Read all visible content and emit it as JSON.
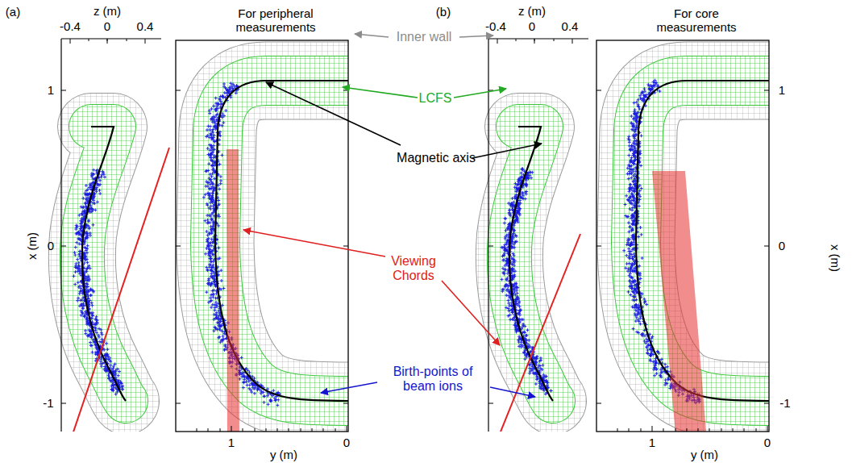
{
  "diagram": {
    "labels": [
      "(a)",
      "(b)",
      "z (m)",
      "-0.4",
      "0",
      "0.4",
      "x (m)",
      "1",
      "0",
      "-1",
      "For peripheral measurements",
      "1",
      "0",
      "y (m)",
      "z (m)",
      "-0.4",
      "0",
      "0.4",
      "For core measurements",
      "1",
      "0",
      "y (m)",
      "1",
      "0",
      "-1",
      "x (m)",
      "Inner wall",
      "LCFS",
      "Magnetic axis",
      "Viewing Chords",
      "Birth-points of beam ions"
    ]
  }
}
